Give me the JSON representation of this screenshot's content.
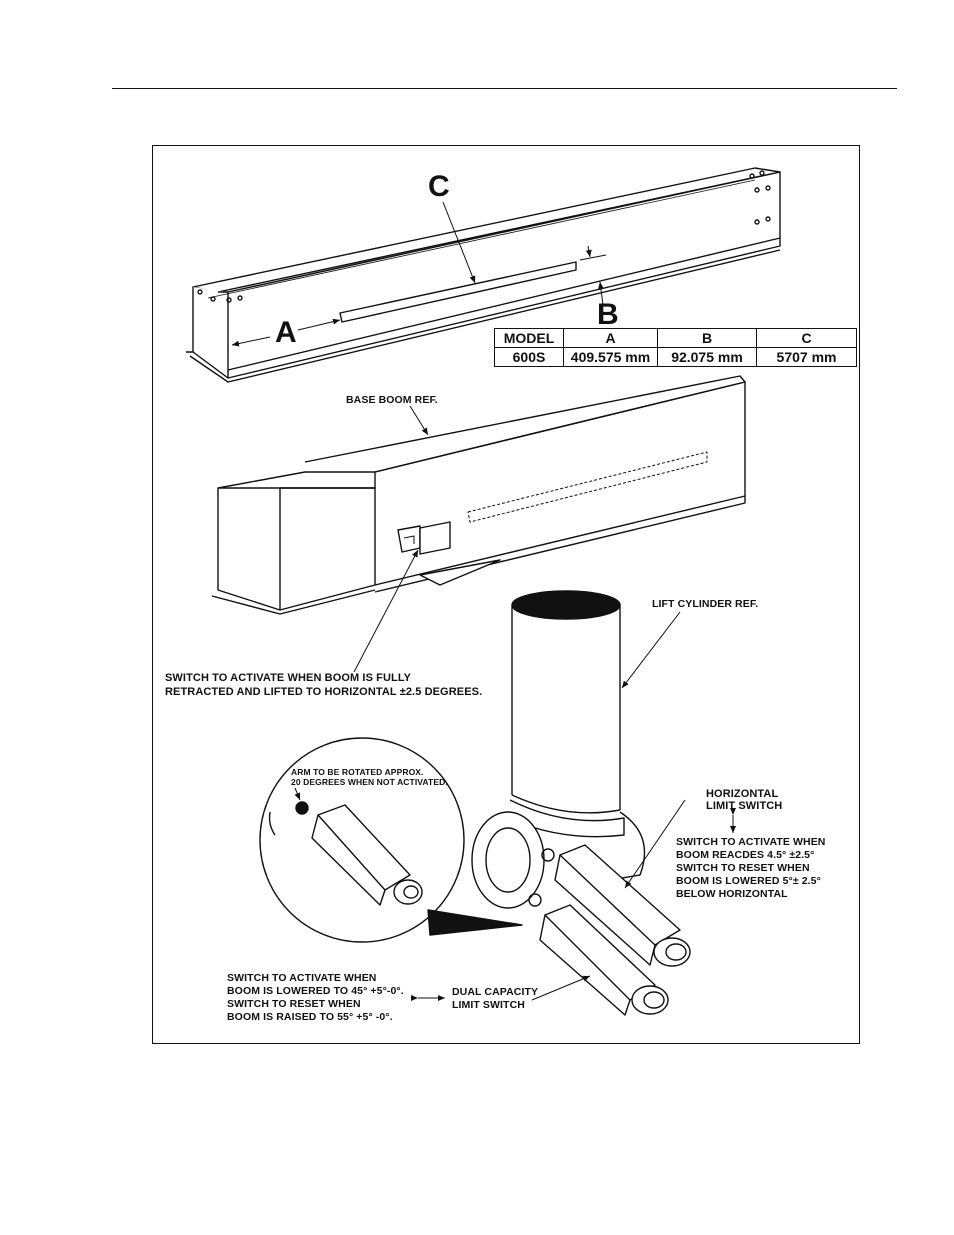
{
  "labels": {
    "c": "C",
    "a": "A",
    "b": "B",
    "base_boom": "BASE BOOM REF.",
    "lift_cylinder": "LIFT CYLINDER REF.",
    "switch_fully_retracted_1": "SWITCH TO ACTIVATE WHEN BOOM IS FULLY",
    "switch_fully_retracted_2": "RETRACTED AND LIFTED TO HORIZONTAL ±2.5 DEGREES.",
    "arm_rotated_1": "ARM TO BE ROTATED APPROX.",
    "arm_rotated_2": "20 DEGREES WHEN NOT ACTIVATED.",
    "horizontal_switch_1": "HORIZONTAL",
    "horizontal_switch_2": "LIMIT SWITCH",
    "horizontal_note_1": "SWITCH TO ACTIVATE WHEN",
    "horizontal_note_2": "BOOM REACDES 4.5° ±2.5°",
    "horizontal_note_3": "SWITCH TO RESET WHEN",
    "horizontal_note_4": "BOOM IS LOWERED 5°± 2.5°",
    "horizontal_note_5": "BELOW HORIZONTAL",
    "dual_note_1": "SWITCH TO ACTIVATE WHEN",
    "dual_note_2": "BOOM IS LOWERED TO 45° +5°-0°.",
    "dual_note_3": "SWITCH TO RESET WHEN",
    "dual_note_4": "BOOM IS RAISED TO 55° +5° -0°.",
    "dual_switch_1": "DUAL CAPACITY",
    "dual_switch_2": "LIMIT SWITCH"
  },
  "table": {
    "headers": [
      "MODEL",
      "A",
      "B",
      "C"
    ],
    "rows": [
      [
        "600S",
        "409.575 mm",
        "92.075 mm",
        "5707 mm"
      ]
    ]
  }
}
